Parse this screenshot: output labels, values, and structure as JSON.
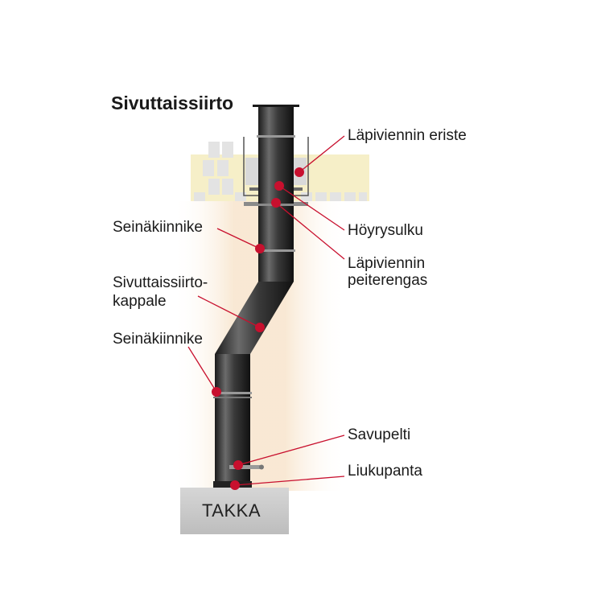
{
  "title": "Sivuttaissiirto",
  "base_label": "TAKKA",
  "labels": {
    "lapiviennin_eriste": "Läpiviennin eriste",
    "hoyrysulku": "Höyrysulku",
    "lapiviennin_peiterengas_1": "Läpiviennin",
    "lapiviennin_peiterengas_2": "peiterengas",
    "seinakiinnike_top": "Seinäkiinnike",
    "sivuttaissiirto_kappale_1": "Sivuttaissiirto-",
    "sivuttaissiirto_kappale_2": "kappale",
    "seinakiinnike_bottom": "Seinäkiinnike",
    "savupelti": "Savupelti",
    "liukupanta": "Liukupanta"
  },
  "colors": {
    "pipe": "#2b2b2b",
    "marker": "#c8102e",
    "ceiling_insulation": "#f6efc8",
    "wall_glow": "#f8e6cf",
    "brick": "#e3e3e3",
    "base": "#cfcfcf"
  }
}
